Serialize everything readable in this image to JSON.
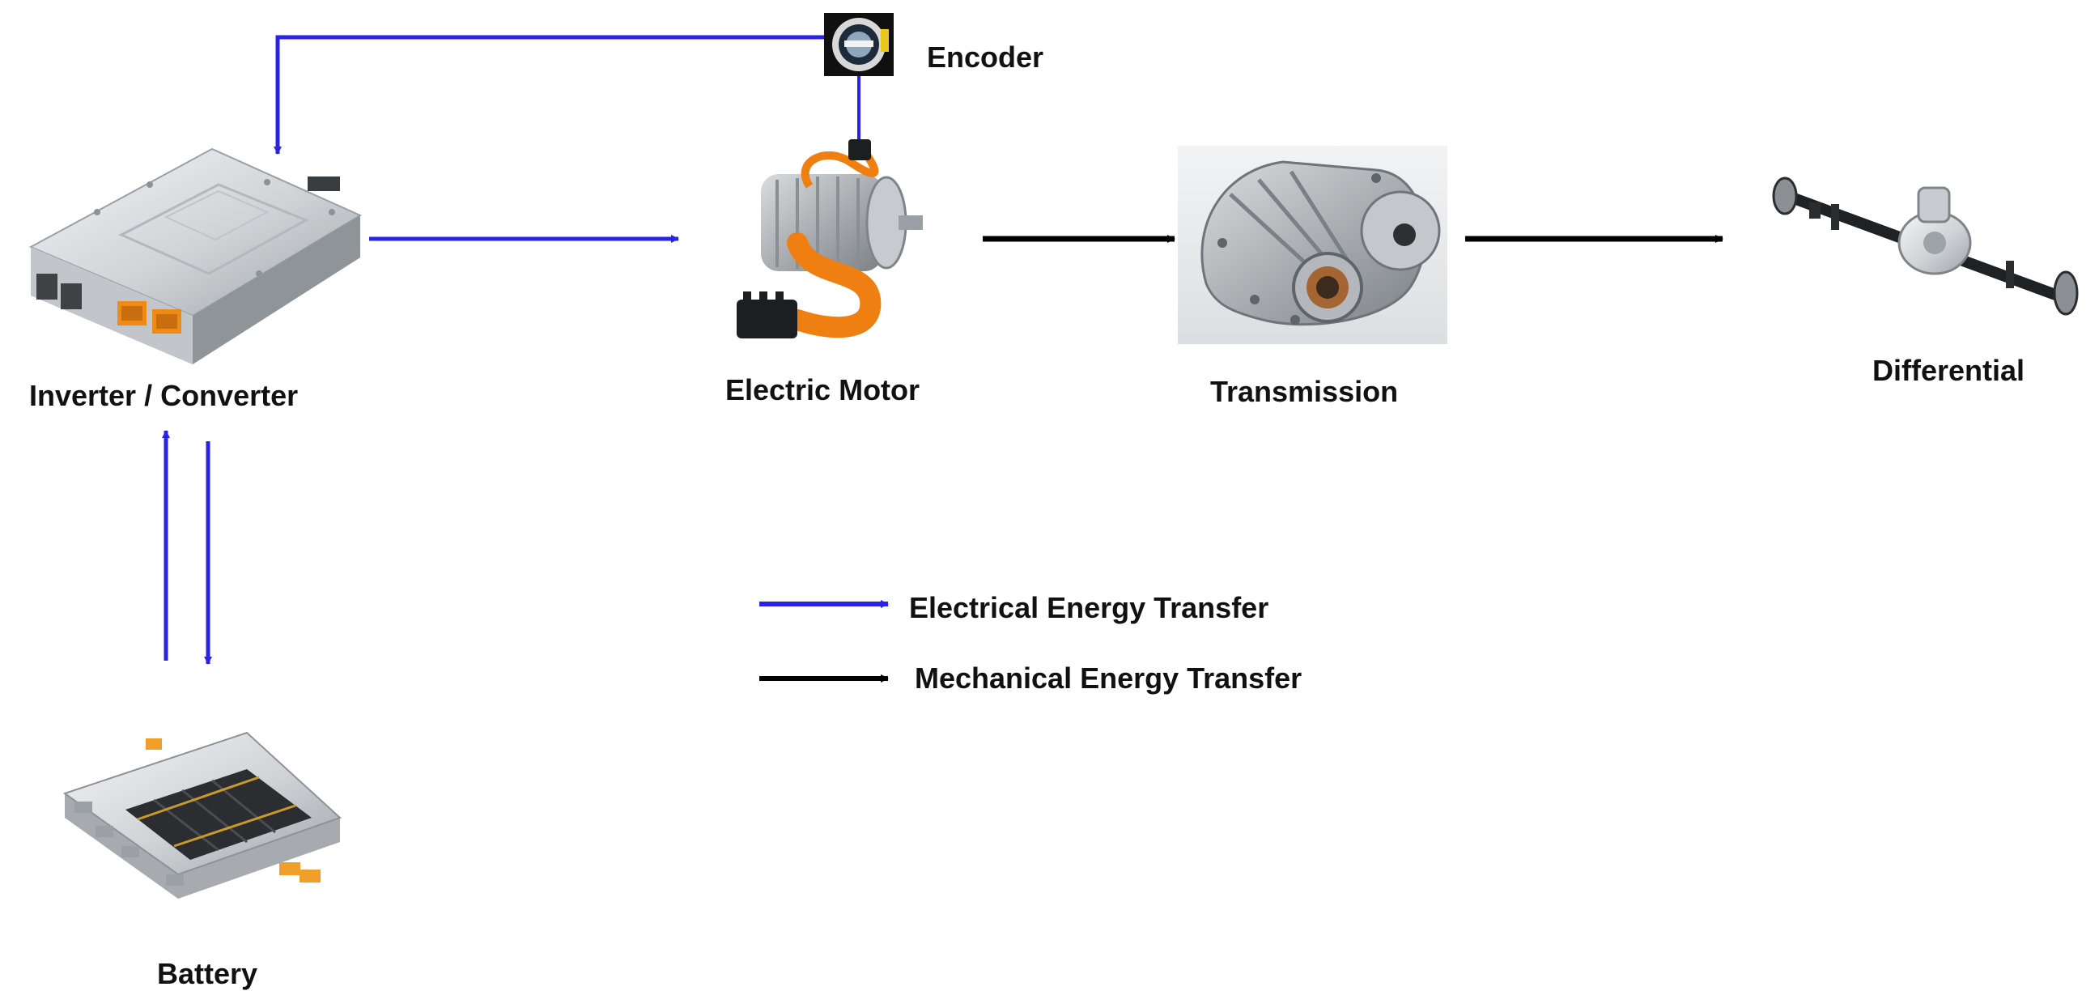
{
  "colors": {
    "electrical": "#2a23e6",
    "mechanical": "#000000"
  },
  "components": {
    "encoder": {
      "label": "Encoder",
      "icon": "encoder-icon"
    },
    "inverter": {
      "label": "Inverter / Converter",
      "icon": "inverter-icon"
    },
    "motor": {
      "label": "Electric Motor",
      "icon": "electric-motor-icon"
    },
    "transmission": {
      "label": "Transmission",
      "icon": "transmission-icon"
    },
    "differential": {
      "label": "Differential",
      "icon": "differential-axle-icon"
    },
    "battery": {
      "label": "Battery",
      "icon": "battery-pack-icon"
    }
  },
  "legend": {
    "electrical": "Electrical Energy Transfer",
    "mechanical": "Mechanical Energy Transfer"
  }
}
